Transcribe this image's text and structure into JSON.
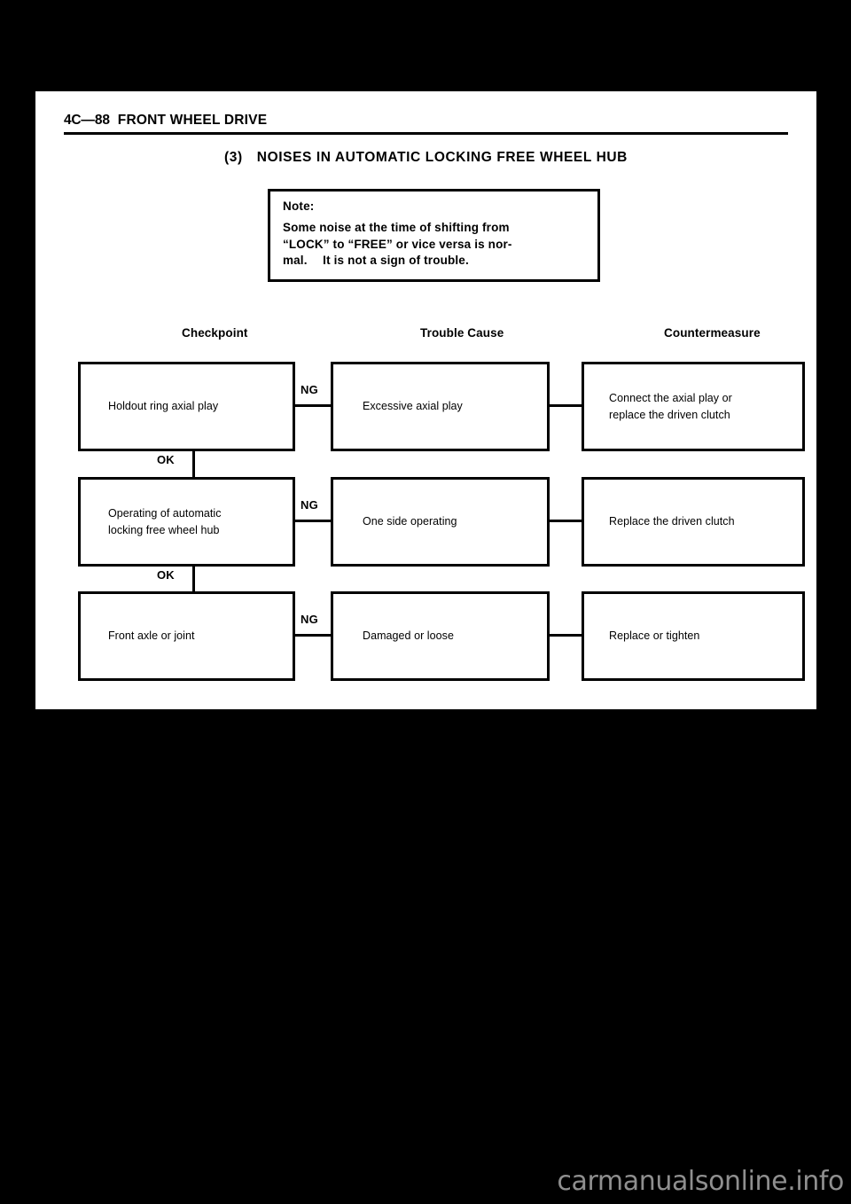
{
  "page": {
    "background_color": "#000000",
    "sheet_color": "#ffffff",
    "header": {
      "folio": "4C",
      "folio_separator": "—",
      "folio_number": "88",
      "chapter_title": "FRONT WHEEL DRIVE"
    },
    "section": {
      "number": "(3)",
      "title": "NOISES IN AUTOMATIC LOCKING FREE WHEEL HUB"
    },
    "note": {
      "label": "Note:",
      "line1": "Some noise at the time of shifting from",
      "line2": "“LOCK” to “FREE” or vice versa is nor-",
      "line3": "mal.  It is not a sign of trouble."
    },
    "columns": {
      "checkpoint": "Checkpoint",
      "trouble_cause": "Trouble Cause",
      "countermeasure": "Countermeasure"
    },
    "flow": {
      "fail_label": "NG",
      "pass_label": "OK",
      "rows": [
        {
          "checkpoint": "Holdout ring axial play",
          "cause": "Excessive axial play",
          "measure_line1": "Connect the axial play or",
          "measure_line2": "replace the driven clutch"
        },
        {
          "checkpoint_line1": "Operating of automatic",
          "checkpoint_line2": "locking free wheel hub",
          "cause": "One side operating",
          "measure_line1": "Replace the driven clutch",
          "measure_line2": ""
        },
        {
          "checkpoint": "Front axle or joint",
          "cause": "Damaged or loose",
          "measure_line1": "Replace or tighten",
          "measure_line2": ""
        }
      ]
    },
    "watermark": "carmanualsonline.info"
  }
}
